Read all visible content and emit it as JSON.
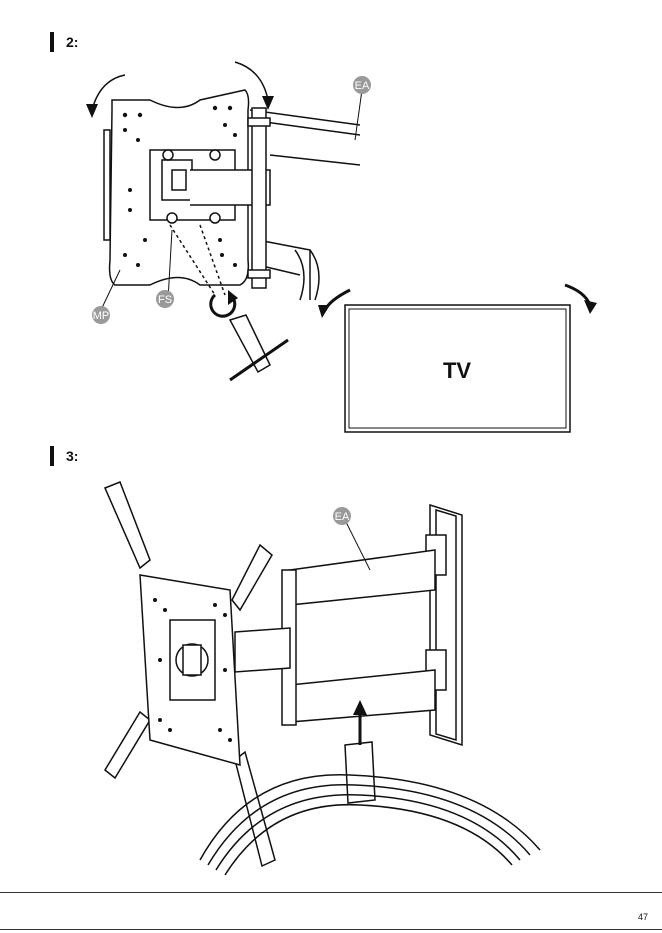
{
  "steps": [
    {
      "label": "2:"
    },
    {
      "label": "3:"
    }
  ],
  "callouts": {
    "ea": "EA",
    "fs": "FS",
    "mp": "MP",
    "ea2": "EA"
  },
  "tv_label": "TV",
  "page_number": "47",
  "colors": {
    "line": "#111111",
    "badge": "#9a9a9a",
    "paper": "#ffffff"
  }
}
